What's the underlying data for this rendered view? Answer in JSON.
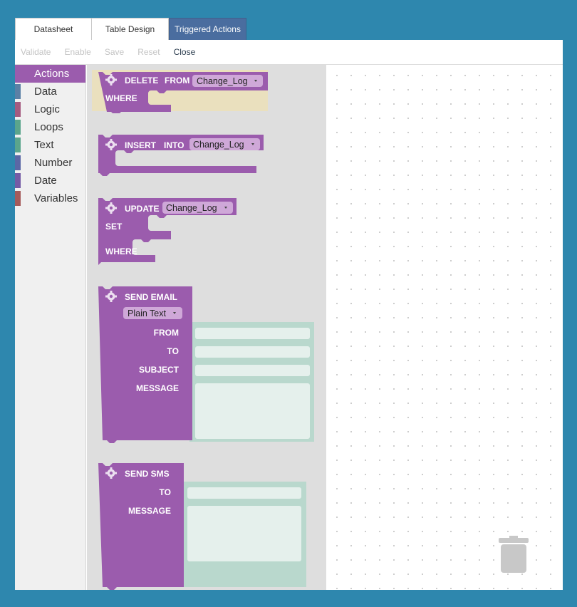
{
  "tabs": [
    {
      "label": "Datasheet"
    },
    {
      "label": "Table Design"
    },
    {
      "label": "Triggered Actions"
    }
  ],
  "toolbar": {
    "validate": "Validate",
    "enable": "Enable",
    "save": "Save",
    "reset": "Reset",
    "close": "Close"
  },
  "categories": [
    {
      "label": "Actions",
      "color": "#9b5cad"
    },
    {
      "label": "Data",
      "color": "#5b80a5"
    },
    {
      "label": "Logic",
      "color": "#a55b80"
    },
    {
      "label": "Loops",
      "color": "#5ba58c"
    },
    {
      "label": "Text",
      "color": "#5ba58c"
    },
    {
      "label": "Number",
      "color": "#5b67a5"
    },
    {
      "label": "Date",
      "color": "#745ba5"
    },
    {
      "label": "Variables",
      "color": "#a55b5b"
    }
  ],
  "blocks": {
    "delete": {
      "kw1": "DELETE",
      "kw2": "FROM",
      "table": "Change_Log",
      "where": "WHERE"
    },
    "insert": {
      "kw1": "INSERT",
      "kw2": "INTO",
      "table": "Change_Log"
    },
    "update": {
      "kw1": "UPDATE",
      "table": "Change_Log",
      "set": "SET",
      "where": "WHERE"
    },
    "email": {
      "title": "SEND EMAIL",
      "format": "Plain Text",
      "from": "FROM",
      "to": "TO",
      "subject": "SUBJECT",
      "message": "MESSAGE"
    },
    "sms": {
      "title": "SEND SMS",
      "to": "TO",
      "message": "MESSAGE"
    }
  },
  "icons": {
    "gear": "gear-icon",
    "trash": "trash-icon",
    "dropdown": "dropdown-arrow-icon"
  }
}
